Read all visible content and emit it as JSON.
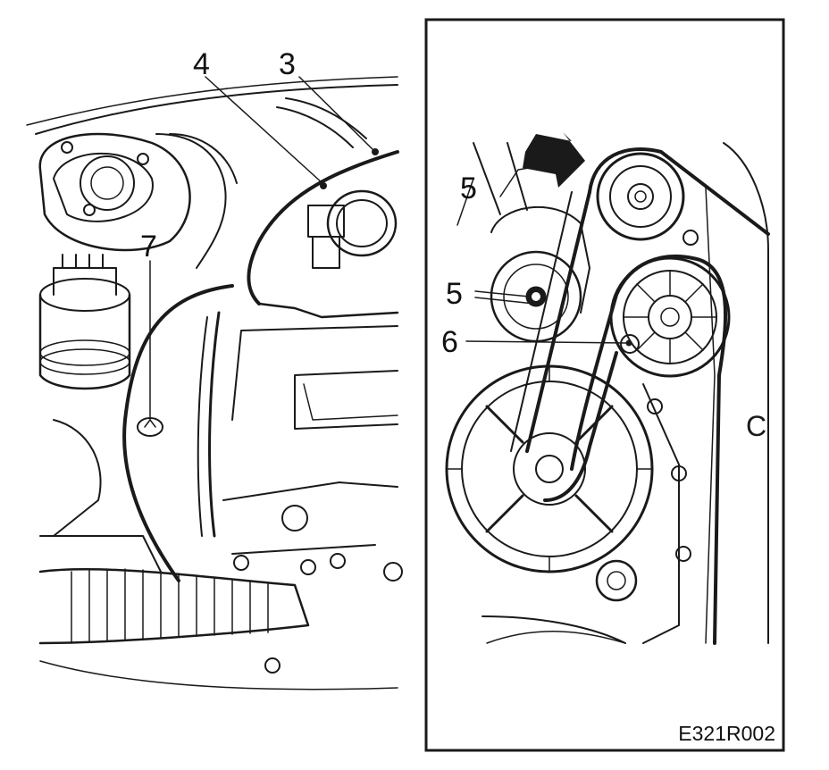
{
  "figure": {
    "id_code": "E321R002"
  },
  "callouts": {
    "left": {
      "c4": "4",
      "c3": "3",
      "c7": "7"
    },
    "inset": {
      "c5_upper": "5",
      "c5_lower": "5",
      "c6": "6"
    }
  },
  "colors": {
    "ink": "#1a1a1a",
    "paper": "#ffffff"
  },
  "icons": {
    "direction_arrow": "rotation-direction-arrow-icon"
  }
}
